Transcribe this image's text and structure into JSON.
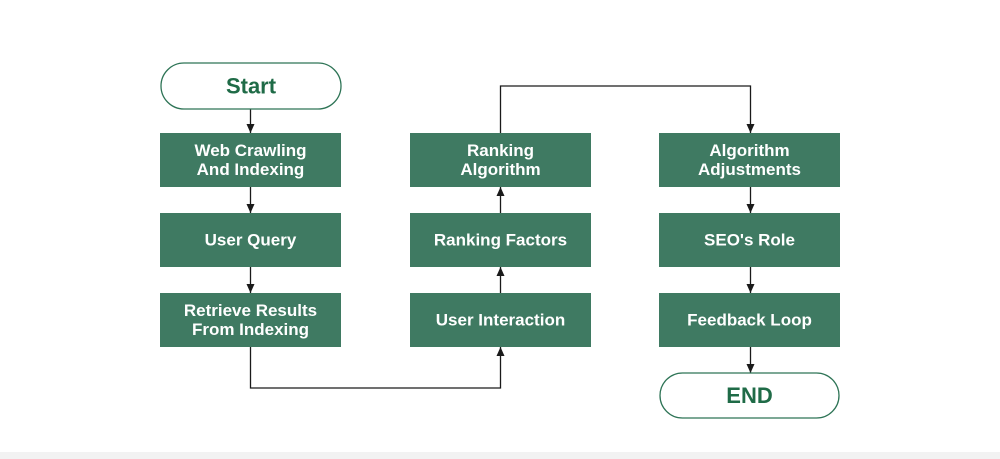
{
  "colors": {
    "process_fill": "#3f7a62",
    "process_text": "#ffffff",
    "terminal_stroke": "#2e7456",
    "terminal_text": "#1f6b47",
    "connector": "#1a1a1a"
  },
  "nodes": [
    {
      "id": "start",
      "kind": "terminal",
      "lines": [
        "Start"
      ]
    },
    {
      "id": "web-crawling",
      "kind": "process",
      "lines": [
        "Web Crawling",
        "And Indexing"
      ]
    },
    {
      "id": "user-query",
      "kind": "process",
      "lines": [
        "User Query"
      ]
    },
    {
      "id": "retrieve-results",
      "kind": "process",
      "lines": [
        "Retrieve Results",
        "From Indexing"
      ]
    },
    {
      "id": "user-interaction",
      "kind": "process",
      "lines": [
        "User Interaction"
      ]
    },
    {
      "id": "ranking-factors",
      "kind": "process",
      "lines": [
        "Ranking Factors"
      ]
    },
    {
      "id": "ranking-algorithm",
      "kind": "process",
      "lines": [
        "Ranking",
        "Algorithm"
      ]
    },
    {
      "id": "algorithm-adjustments",
      "kind": "process",
      "lines": [
        "Algorithm",
        "Adjustments"
      ]
    },
    {
      "id": "seos-role",
      "kind": "process",
      "lines": [
        "SEO's Role"
      ]
    },
    {
      "id": "feedback-loop",
      "kind": "process",
      "lines": [
        "Feedback Loop"
      ]
    },
    {
      "id": "end",
      "kind": "terminal",
      "lines": [
        "END"
      ]
    }
  ],
  "edges": [
    {
      "from": "start",
      "to": "web-crawling"
    },
    {
      "from": "web-crawling",
      "to": "user-query"
    },
    {
      "from": "user-query",
      "to": "retrieve-results"
    },
    {
      "from": "retrieve-results",
      "to": "user-interaction"
    },
    {
      "from": "user-interaction",
      "to": "ranking-factors"
    },
    {
      "from": "ranking-factors",
      "to": "ranking-algorithm"
    },
    {
      "from": "ranking-algorithm",
      "to": "algorithm-adjustments"
    },
    {
      "from": "algorithm-adjustments",
      "to": "seos-role"
    },
    {
      "from": "seos-role",
      "to": "feedback-loop"
    },
    {
      "from": "feedback-loop",
      "to": "end"
    }
  ]
}
